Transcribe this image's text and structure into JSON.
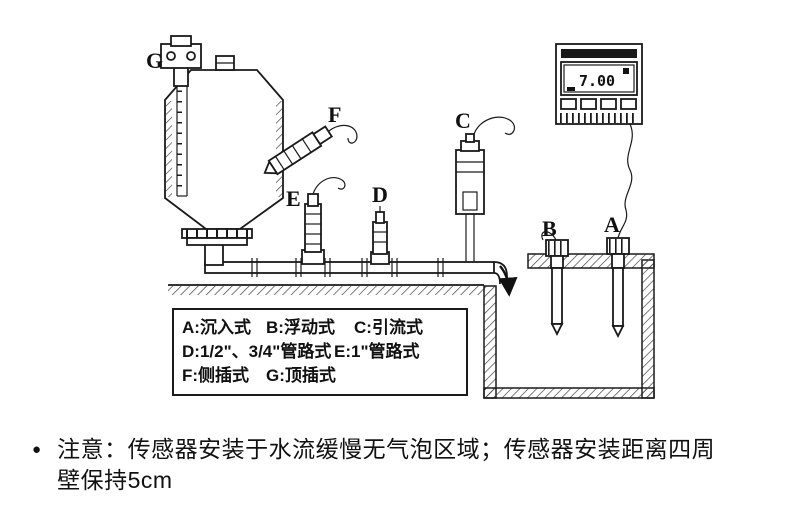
{
  "diagram": {
    "labels": {
      "a": "A",
      "b": "B",
      "c": "C",
      "d": "D",
      "e": "E",
      "f": "F",
      "g": "G"
    },
    "meter": {
      "display": "7.00"
    }
  },
  "legend": {
    "rows": [
      [
        "A:沉入式",
        "B:浮动式",
        "C:引流式"
      ],
      [
        "D:1/2\"、3/4\"管路式",
        "E:1\"管路式"
      ],
      [
        "F:侧插式",
        "G:顶插式"
      ]
    ]
  },
  "note": {
    "bullet": "●",
    "text": "注意：传感器安装于水流缓慢无气泡区域；传感器安装距离四周壁保持5cm"
  },
  "colors": {
    "ink": "#1a1a1a",
    "background": "#ffffff"
  }
}
